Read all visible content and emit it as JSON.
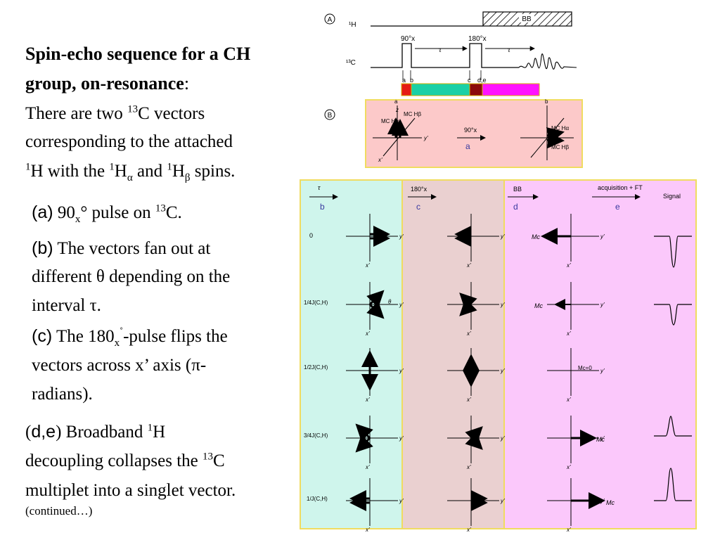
{
  "title": "Spin-echo sequence for a CH group, on-resonance",
  "title_colon": ":",
  "intro": {
    "line1_a": "There are two ",
    "line1_sup": "13",
    "line1_b": "C vectors",
    "line2": "corresponding to the attached",
    "line3_sup1": "1",
    "line3_a": "H with the ",
    "line3_sup2": "1",
    "line3_b": "H",
    "line3_sub1": "α",
    "line3_c": " and ",
    "line3_sup3": "1",
    "line3_d": "H",
    "line3_sub2": "β",
    "line3_e": " spins."
  },
  "step_a": {
    "tag": "(a)",
    "text1": " 90",
    "sub": "x",
    "text2": "° pulse on ",
    "sup": "13",
    "text3": "C."
  },
  "step_b": {
    "tag": "(b)",
    "line1": " The vectors fan out at",
    "line2": "different θ depending on the",
    "line3": "interval τ."
  },
  "step_c": {
    "tag": "(c)",
    "text1": " The 180",
    "sub": "x",
    "sup": "˚",
    "text2": "-pulse flips the",
    "line2": "vectors across x’ axis (π-",
    "line3": "radians)."
  },
  "step_de": {
    "open": "(",
    "tag": "d,e",
    "text1": ") Broadband ",
    "sup1": "1",
    "text2": "H",
    "line2_a": "decoupling collapses the ",
    "sup2": "13",
    "line2_b": "C",
    "line3": "multiplet into a singlet vector.",
    "note": "(continued…)"
  },
  "diagram": {
    "panel_A_label": "A",
    "panel_B_label": "B",
    "h_channel": "¹H",
    "c_channel": "¹³C",
    "bb": "BB",
    "pulse_90": "90°x",
    "pulse_180": "180°x",
    "tau": "τ",
    "time_points": [
      "a",
      "b",
      "c",
      "d,e"
    ],
    "stage_labels": [
      "a",
      "b",
      "c",
      "d",
      "e"
    ],
    "col_headers": [
      "τ",
      "180°x",
      "BB",
      "acquisition + FT",
      "Signal"
    ],
    "row_labels": [
      "0",
      "1/4J(C,H)",
      "1/2J(C,H)",
      "3/4J(C,H)",
      "1/J(C,H)"
    ],
    "mc_zero": "Mc=0",
    "mc": "Mc",
    "theta": "θ",
    "axis_x": "x'",
    "axis_y": "y'",
    "axis_z": "z",
    "vector_labels": [
      "MC Hα",
      "MC Hβ"
    ],
    "colors": {
      "red": "#e51c14",
      "teal": "#1ad0a6",
      "maroon": "#8b0a0a",
      "magenta": "#ff13ff",
      "pink": "#fcc9c9",
      "cyan": "#cff5ec",
      "mauve": "#ead0d0",
      "lilac": "#fbc8fb",
      "yellow": "#f0dc60",
      "blue": "#3a3aa0"
    }
  }
}
